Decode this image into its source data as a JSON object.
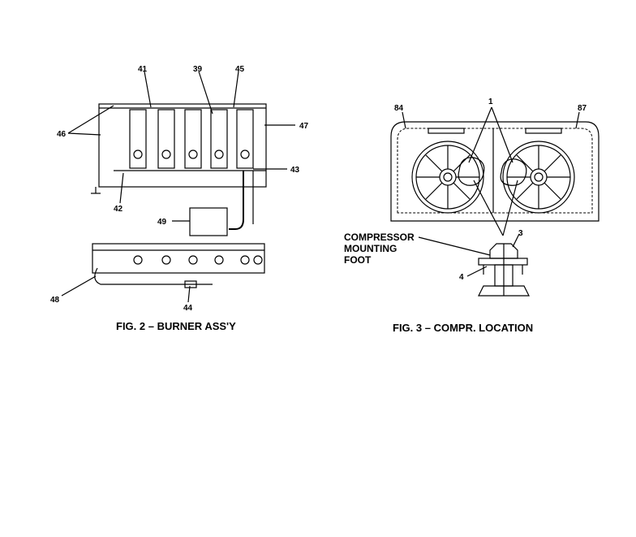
{
  "fig2": {
    "caption": "FIG. 2 – BURNER ASS'Y",
    "callouts": {
      "c41": "41",
      "c39": "39",
      "c45": "45",
      "c46": "46",
      "c47": "47",
      "c43": "43",
      "c42": "42",
      "c49": "49",
      "c48": "48",
      "c44": "44"
    }
  },
  "fig3": {
    "caption": "FIG. 3 – COMPR. LOCATION",
    "compressor_label": [
      "COMPRESSOR",
      "MOUNTING",
      "FOOT"
    ],
    "callouts": {
      "c84": "84",
      "c87": "87",
      "c1": "1",
      "c3": "3",
      "c4": "4"
    }
  }
}
